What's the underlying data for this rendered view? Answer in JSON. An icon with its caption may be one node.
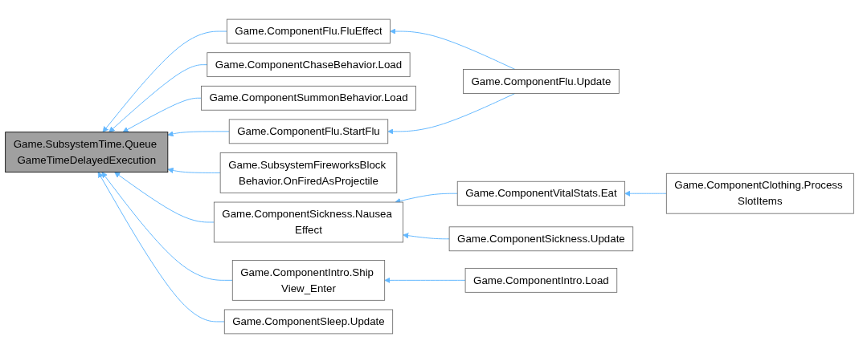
{
  "diagram": {
    "nodes": [
      {
        "text": [
          "Game.SubsystemTime.Queue GameTimeDelayedExecution"
        ]
      },
      {
        "text": [
          "Game.ComponentFlu.FluEffect"
        ]
      },
      {
        "text": [
          "Game.ComponentChaseBehavior.Load"
        ]
      },
      {
        "text": [
          "Game.ComponentSummonBehavior.Load"
        ]
      },
      {
        "text": [
          "Game.ComponentFlu.StartFlu"
        ]
      },
      {
        "text": [
          "Game.SubsystemFireworksBlock Behavior.OnFiredAsProjectile"
        ]
      },
      {
        "text": [
          "Game.ComponentSickness.Nausea Effect"
        ]
      },
      {
        "text": [
          "Game.ComponentIntro.Ship View_Enter"
        ]
      },
      {
        "text": [
          "Game.ComponentSleep.Update"
        ]
      },
      {
        "text": [
          "Game.ComponentFlu.Update"
        ]
      },
      {
        "text": [
          "Game.ComponentVitalStats.Eat"
        ]
      },
      {
        "text": [
          "Game.ComponentSickness.Update"
        ]
      },
      {
        "text": [
          "Game.ComponentIntro.Load"
        ]
      },
      {
        "text": [
          "Game.ComponentClothing.Process SlotItems"
        ]
      }
    ],
    "edges": [
      {
        "from": 1,
        "to": 0,
        "arrow": "to"
      },
      {
        "from": 2,
        "to": 0,
        "arrow": "to"
      },
      {
        "from": 3,
        "to": 0,
        "arrow": "to"
      },
      {
        "from": 4,
        "to": 0,
        "arrow": "to"
      },
      {
        "from": 5,
        "to": 0,
        "arrow": "to"
      },
      {
        "from": 6,
        "to": 0,
        "arrow": "to"
      },
      {
        "from": 7,
        "to": 0,
        "arrow": "to"
      },
      {
        "from": 8,
        "to": 0,
        "arrow": "to"
      },
      {
        "from": 9,
        "to": 1,
        "arrow": "to"
      },
      {
        "from": 9,
        "to": 4,
        "arrow": "to"
      },
      {
        "from": 10,
        "to": 6,
        "arrow": "to"
      },
      {
        "from": 11,
        "to": 6,
        "arrow": "to"
      },
      {
        "from": 13,
        "to": 10,
        "arrow": "to"
      },
      {
        "from": 12,
        "to": 7,
        "arrow": "to"
      }
    ]
  }
}
